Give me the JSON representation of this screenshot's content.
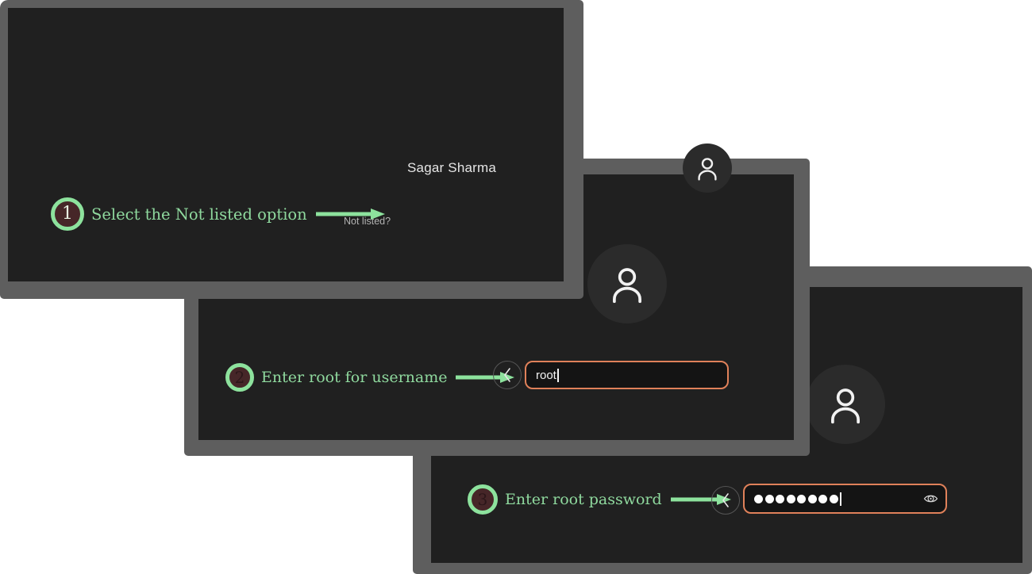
{
  "colors": {
    "page_bg": "#ffffff",
    "frame_shadow": "#5e5e5e",
    "screen_bg": "#202020",
    "avatar_bg": "#2b2b2b",
    "annotation_green": "#8fd99e",
    "badge_ring_green": "#8de29d",
    "badge_fill_maroon": "#462628",
    "input_border_orange": "#e0815a",
    "input_bg": "#141414",
    "text_primary": "#e5e5e5",
    "text_muted": "#b3b3b3"
  },
  "panels": [
    {
      "name": "login-user-select",
      "user": {
        "display_name": "Sagar Sharma"
      },
      "not_listed_label": "Not listed?",
      "annotation": {
        "number": "1",
        "label": "Select the Not listed option"
      }
    },
    {
      "name": "login-username-entry",
      "username_input": {
        "value": "root"
      },
      "annotation": {
        "number": "2",
        "label": "Enter root for username"
      }
    },
    {
      "name": "login-password-entry",
      "password_input": {
        "masked_char_count": 8
      },
      "annotation": {
        "number": "3",
        "label": "Enter root password"
      }
    }
  ]
}
